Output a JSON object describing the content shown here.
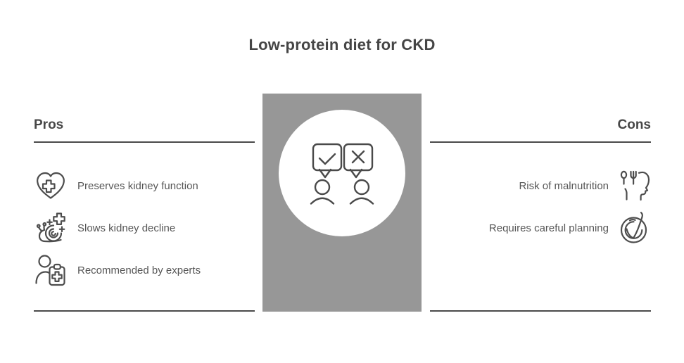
{
  "title": "Low-protein diet for CKD",
  "pros": {
    "heading": "Pros",
    "items": [
      {
        "icon": "heart-medical-icon",
        "label": "Preserves kidney function"
      },
      {
        "icon": "snail-medical-icon",
        "label": "Slows kidney decline"
      },
      {
        "icon": "expert-clipboard-icon",
        "label": "Recommended by experts"
      }
    ]
  },
  "cons": {
    "heading": "Cons",
    "items": [
      {
        "icon": "malnutrition-head-icon",
        "label": "Risk of malnutrition"
      },
      {
        "icon": "careful-planning-icon",
        "label": "Requires careful planning"
      }
    ]
  },
  "center_graphic": {
    "icons": [
      "approve-speech-bubble-icon",
      "reject-speech-bubble-icon",
      "person-icon",
      "person-icon"
    ],
    "background_color": "#979797",
    "circle_color": "#ffffff"
  },
  "colors": {
    "line": "#4a4a4a",
    "heading_text": "#474747",
    "body_text": "#565656",
    "icon_stroke": "#4d4d4d",
    "title_text": "#454545"
  }
}
